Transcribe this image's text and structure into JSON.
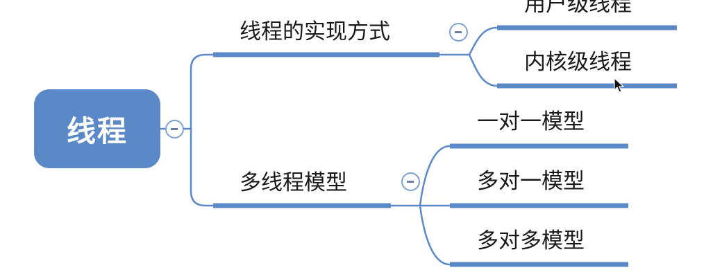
{
  "root": {
    "label": "线程"
  },
  "branches": [
    {
      "label": "线程的实现方式",
      "children": [
        {
          "label": "用户级线程"
        },
        {
          "label": "内核级线程"
        }
      ]
    },
    {
      "label": "多线程模型",
      "children": [
        {
          "label": "一对一模型"
        },
        {
          "label": "多对一模型"
        },
        {
          "label": "多对多模型"
        }
      ]
    }
  ],
  "colors": {
    "root_fill": "#5b89c8",
    "line": "#5b89c8",
    "collapse_ring": "#7ba0d2",
    "text": "#1a1a1a"
  },
  "icons": {
    "collapse": "minus-circle-icon",
    "pointer": "mouse-cursor-icon"
  }
}
